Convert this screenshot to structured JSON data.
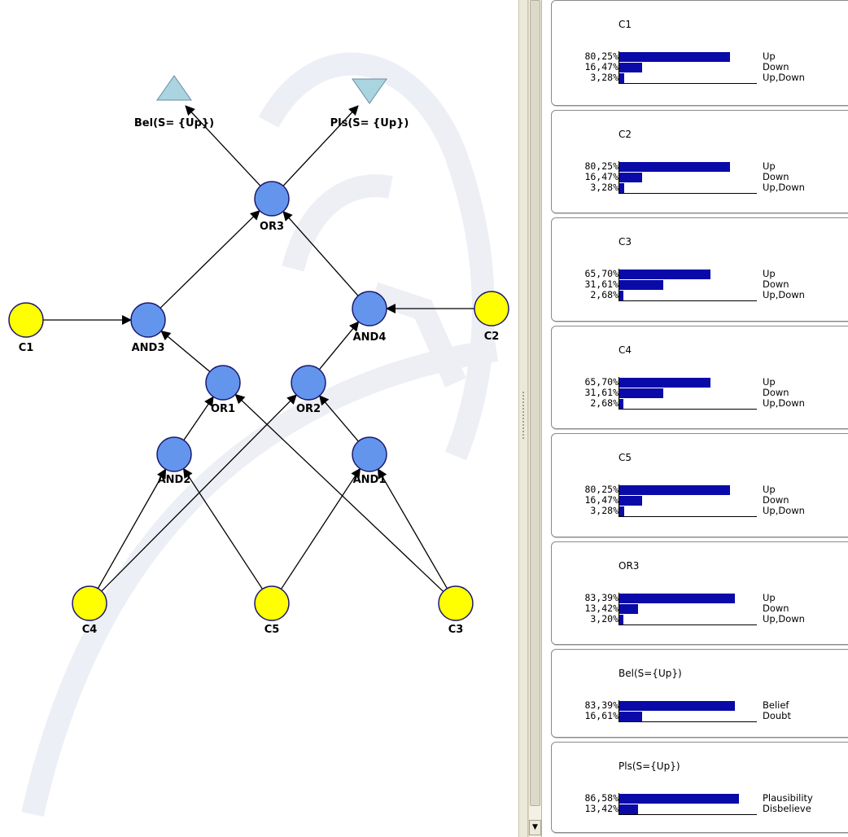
{
  "graph": {
    "nodes": [
      {
        "id": "C1",
        "label": "C1",
        "kind": "chance"
      },
      {
        "id": "C2",
        "label": "C2",
        "kind": "chance"
      },
      {
        "id": "C3",
        "label": "C3",
        "kind": "chance"
      },
      {
        "id": "C4",
        "label": "C4",
        "kind": "chance"
      },
      {
        "id": "C5",
        "label": "C5",
        "kind": "chance"
      },
      {
        "id": "AND1",
        "label": "AND1",
        "kind": "gate"
      },
      {
        "id": "AND2",
        "label": "AND2",
        "kind": "gate"
      },
      {
        "id": "AND3",
        "label": "AND3",
        "kind": "gate"
      },
      {
        "id": "AND4",
        "label": "AND4",
        "kind": "gate"
      },
      {
        "id": "OR1",
        "label": "OR1",
        "kind": "gate"
      },
      {
        "id": "OR2",
        "label": "OR2",
        "kind": "gate"
      },
      {
        "id": "OR3",
        "label": "OR3",
        "kind": "gate"
      },
      {
        "id": "BEL",
        "label": "Bel(S= {Up})",
        "kind": "utility-up"
      },
      {
        "id": "PLS",
        "label": "Pls(S= {Up})",
        "kind": "utility-down"
      }
    ],
    "edges": [
      [
        "C1",
        "AND3"
      ],
      [
        "C2",
        "AND4"
      ],
      [
        "C4",
        "AND2"
      ],
      [
        "C4",
        "OR2"
      ],
      [
        "C5",
        "AND2"
      ],
      [
        "C5",
        "AND1"
      ],
      [
        "C3",
        "AND1"
      ],
      [
        "C3",
        "OR1"
      ],
      [
        "AND2",
        "OR1"
      ],
      [
        "AND1",
        "OR2"
      ],
      [
        "OR1",
        "AND3"
      ],
      [
        "OR2",
        "AND4"
      ],
      [
        "AND3",
        "OR3"
      ],
      [
        "AND4",
        "OR3"
      ],
      [
        "OR3",
        "BEL"
      ],
      [
        "OR3",
        "PLS"
      ]
    ],
    "colors": {
      "chance_fill": "#ffff00",
      "gate_fill": "#6495ed",
      "node_stroke": "#1a1a6e",
      "utility_fill": "#a9d4e0",
      "edge": "#000000"
    }
  },
  "monitors": [
    {
      "title": "C1",
      "rows": [
        {
          "pct": "80,25%",
          "value": 80.25,
          "state": "Up"
        },
        {
          "pct": "16,47%",
          "value": 16.47,
          "state": "Down"
        },
        {
          "pct": "3,28%",
          "value": 3.28,
          "state": "Up,Down"
        }
      ]
    },
    {
      "title": "C2",
      "rows": [
        {
          "pct": "80,25%",
          "value": 80.25,
          "state": "Up"
        },
        {
          "pct": "16,47%",
          "value": 16.47,
          "state": "Down"
        },
        {
          "pct": "3,28%",
          "value": 3.28,
          "state": "Up,Down"
        }
      ]
    },
    {
      "title": "C3",
      "rows": [
        {
          "pct": "65,70%",
          "value": 65.7,
          "state": "Up"
        },
        {
          "pct": "31,61%",
          "value": 31.61,
          "state": "Down"
        },
        {
          "pct": "2,68%",
          "value": 2.68,
          "state": "Up,Down"
        }
      ]
    },
    {
      "title": "C4",
      "rows": [
        {
          "pct": "65,70%",
          "value": 65.7,
          "state": "Up"
        },
        {
          "pct": "31,61%",
          "value": 31.61,
          "state": "Down"
        },
        {
          "pct": "2,68%",
          "value": 2.68,
          "state": "Up,Down"
        }
      ]
    },
    {
      "title": "C5",
      "rows": [
        {
          "pct": "80,25%",
          "value": 80.25,
          "state": "Up"
        },
        {
          "pct": "16,47%",
          "value": 16.47,
          "state": "Down"
        },
        {
          "pct": "3,28%",
          "value": 3.28,
          "state": "Up,Down"
        }
      ]
    },
    {
      "title": "OR3",
      "rows": [
        {
          "pct": "83,39%",
          "value": 83.39,
          "state": "Up"
        },
        {
          "pct": "13,42%",
          "value": 13.42,
          "state": "Down"
        },
        {
          "pct": "3,20%",
          "value": 3.2,
          "state": "Up,Down"
        }
      ]
    },
    {
      "title": "Bel(S={Up})",
      "rows": [
        {
          "pct": "83,39%",
          "value": 83.39,
          "state": "Belief"
        },
        {
          "pct": "16,61%",
          "value": 16.61,
          "state": "Doubt"
        }
      ]
    },
    {
      "title": "Pls(S={Up})",
      "rows": [
        {
          "pct": "86,58%",
          "value": 86.58,
          "state": "Plausibility"
        },
        {
          "pct": "13,42%",
          "value": 13.42,
          "state": "Disbelieve"
        }
      ]
    }
  ],
  "bar_color": "#0a0aa8",
  "scrollbar": {
    "down_arrow_glyph": "▼"
  }
}
